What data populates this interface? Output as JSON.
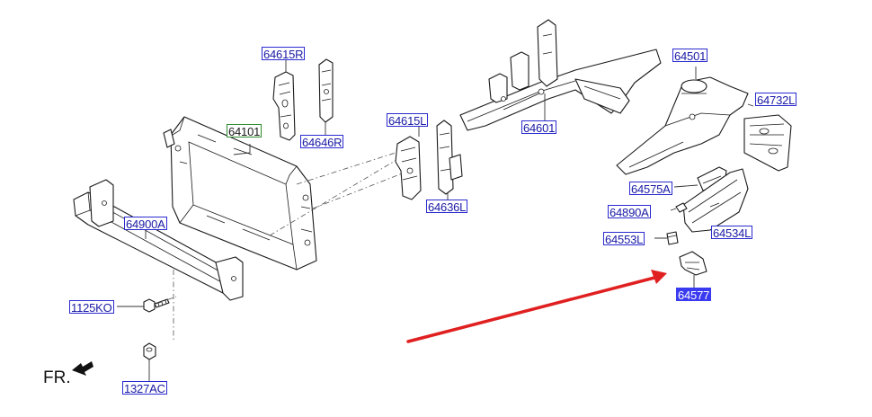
{
  "colors": {
    "label_border": "#2a2ad0",
    "label_text": "#1a1aa6",
    "main_label_border": "#2e8b2e",
    "highlight_bg": "#3a3af0",
    "arrow": "#e02020",
    "line": "#1a1a1a"
  },
  "labels": {
    "p64615R": "64615R",
    "p64646R": "64646R",
    "p64101": "64101",
    "p64615L": "64615L",
    "p64636L": "64636L",
    "p64601": "64601",
    "p64501": "64501",
    "p64732L": "64732L",
    "p64575A": "64575A",
    "p64890A": "64890A",
    "p64534L": "64534L",
    "p64553L": "64553L",
    "p64577": "64577",
    "p64900A": "64900A",
    "p1125KO": "1125KO",
    "p1327AC": "1327AC"
  },
  "front_indicator": "FR.",
  "highlighted_part": "64577",
  "icons": {
    "front_arrow": "front-direction-arrow-icon",
    "pointer": "red-pointer-arrow"
  }
}
